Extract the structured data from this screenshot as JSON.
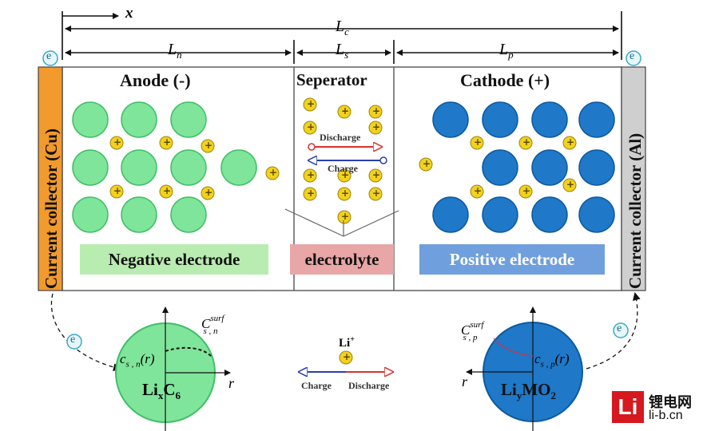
{
  "dimensions": {
    "x": "x",
    "Lc": "L",
    "Lc_sub": "c",
    "Ln": "L",
    "Ln_sub": "n",
    "Ls": "L",
    "Ls_sub": "s",
    "Lp": "L",
    "Lp_sub": "p"
  },
  "electron_label": "e",
  "left_collector": "Current collector (Cu)",
  "right_collector": "Current collector (Al)",
  "anode": {
    "title": "Anode (-)",
    "electrode_label": "Negative electrode",
    "formula": "LixC6",
    "formula_main": "Li",
    "formula_x": "x",
    "formula_c": "C",
    "formula_6": "6"
  },
  "separator": {
    "title": "Seperator",
    "electrolyte_label": "electrolyte",
    "discharge": "Discharge",
    "charge": "Charge"
  },
  "cathode": {
    "title": "Cathode (+)",
    "electrode_label": "Positive electrode",
    "formula_main": "Li",
    "formula_y": "y",
    "formula_mo": "MO",
    "formula_2": "2"
  },
  "ion": {
    "symbol": "+",
    "li_label": "Li",
    "li_sup": "+"
  },
  "legend": {
    "charge": "Charge",
    "discharge": "Discharge"
  },
  "anode_particle_math": {
    "c_top": "C",
    "c_top_sup": "surf",
    "c_top_sub": "s , n",
    "c_center": "c",
    "c_center_sub": "s , n",
    "c_center_arg": "(r)",
    "r": "r"
  },
  "cathode_particle_math": {
    "c_top": "C",
    "c_top_sup": "surf",
    "c_top_sub": "s , p",
    "c_center": "c",
    "c_center_sub": "s , p",
    "c_center_arg": "(r)",
    "r": "r"
  },
  "watermark": {
    "icon": "Li",
    "name": "锂电网",
    "url": "li-b.cn"
  },
  "colors": {
    "anode_particle": "#7fe59a",
    "anode_particle_edge": "#3fbf66",
    "cathode_particle": "#1f78c8",
    "cathode_particle_edge": "#0d5aa0",
    "ion_fill": "#f2d21b",
    "left_collector": "#f29a2e",
    "right_collector": "#cfcfcf",
    "negative_box": "#b9ecb0",
    "electrolyte_box": "#e8a6a6",
    "positive_box": "#6f9fdc",
    "discharge_arrow": "#d9302a",
    "charge_arrow": "#2a3fb0",
    "logo_red": "#d6191f"
  }
}
